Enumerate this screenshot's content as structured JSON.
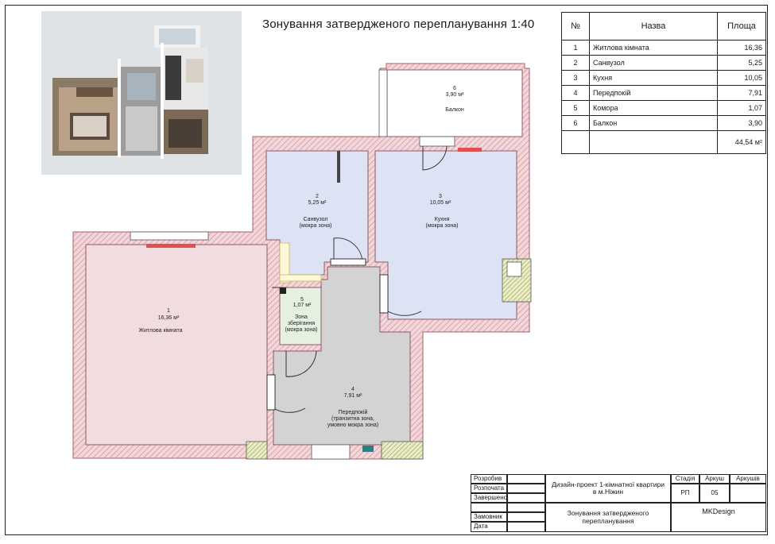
{
  "sheet": {
    "title": "Зонування затвердженого перепланування 1:40"
  },
  "area_table": {
    "headers": {
      "num": "№",
      "name": "Назва",
      "area": "Площа"
    },
    "rows": [
      {
        "num": "1",
        "name": "Житлова кімната",
        "area": "16,36"
      },
      {
        "num": "2",
        "name": "Санвузол",
        "area": "5,25"
      },
      {
        "num": "3",
        "name": "Кухня",
        "area": "10,05"
      },
      {
        "num": "4",
        "name": "Передпокій",
        "area": "7,91"
      },
      {
        "num": "5",
        "name": "Комора",
        "area": "1,07"
      },
      {
        "num": "6",
        "name": "Балкон",
        "area": "3,90"
      }
    ],
    "total": "44,54 м²"
  },
  "rooms": [
    {
      "num": "1",
      "area": "16,36 м²",
      "name": "Житлова кімната",
      "note": ""
    },
    {
      "num": "2",
      "area": "5,25 м²",
      "name": "Санвузол",
      "note": "(мокра зона)"
    },
    {
      "num": "3",
      "area": "10,05 м²",
      "name": "Кухня",
      "note": "(мокра зона)"
    },
    {
      "num": "4",
      "area": "7,91 м²",
      "name": "Передпокій",
      "note": "(транзитна зона,",
      "note2": "умовно мокра зона)"
    },
    {
      "num": "5",
      "area": "1,07 м²",
      "name": "Зона",
      "note": "зберігання",
      "note2": "(мокра зона)"
    },
    {
      "num": "6",
      "area": "3,90 м²",
      "name": "Балкон",
      "note": ""
    }
  ],
  "title_block": {
    "labels": {
      "developed": "Розробив",
      "checked": "Розпочата",
      "completed": "Завершено",
      "customer": "Замовник",
      "date": "Дата"
    },
    "project": "Дизайн-проект 1-кімнатної квартири в м.Ніжин",
    "sheet_name": "Зонування затвердженого перепланування",
    "stage_label": "Стадія",
    "sheet_label": "Аркуш",
    "sheets_label": "Аркушів",
    "stage": "РП",
    "sheet_no": "05",
    "sheets_total": "",
    "company": "MKDesign"
  },
  "colors": {
    "wall_fill": "#f2d3d6",
    "wall_line": "#b86a73",
    "living": "#f1dcdf",
    "bath": "#dde3f5",
    "kitchen": "#dde3f5",
    "hall": "#d3d3d3",
    "storage": "#e6f0e1",
    "balcony": "#ffffff",
    "heater": "#e05050"
  }
}
